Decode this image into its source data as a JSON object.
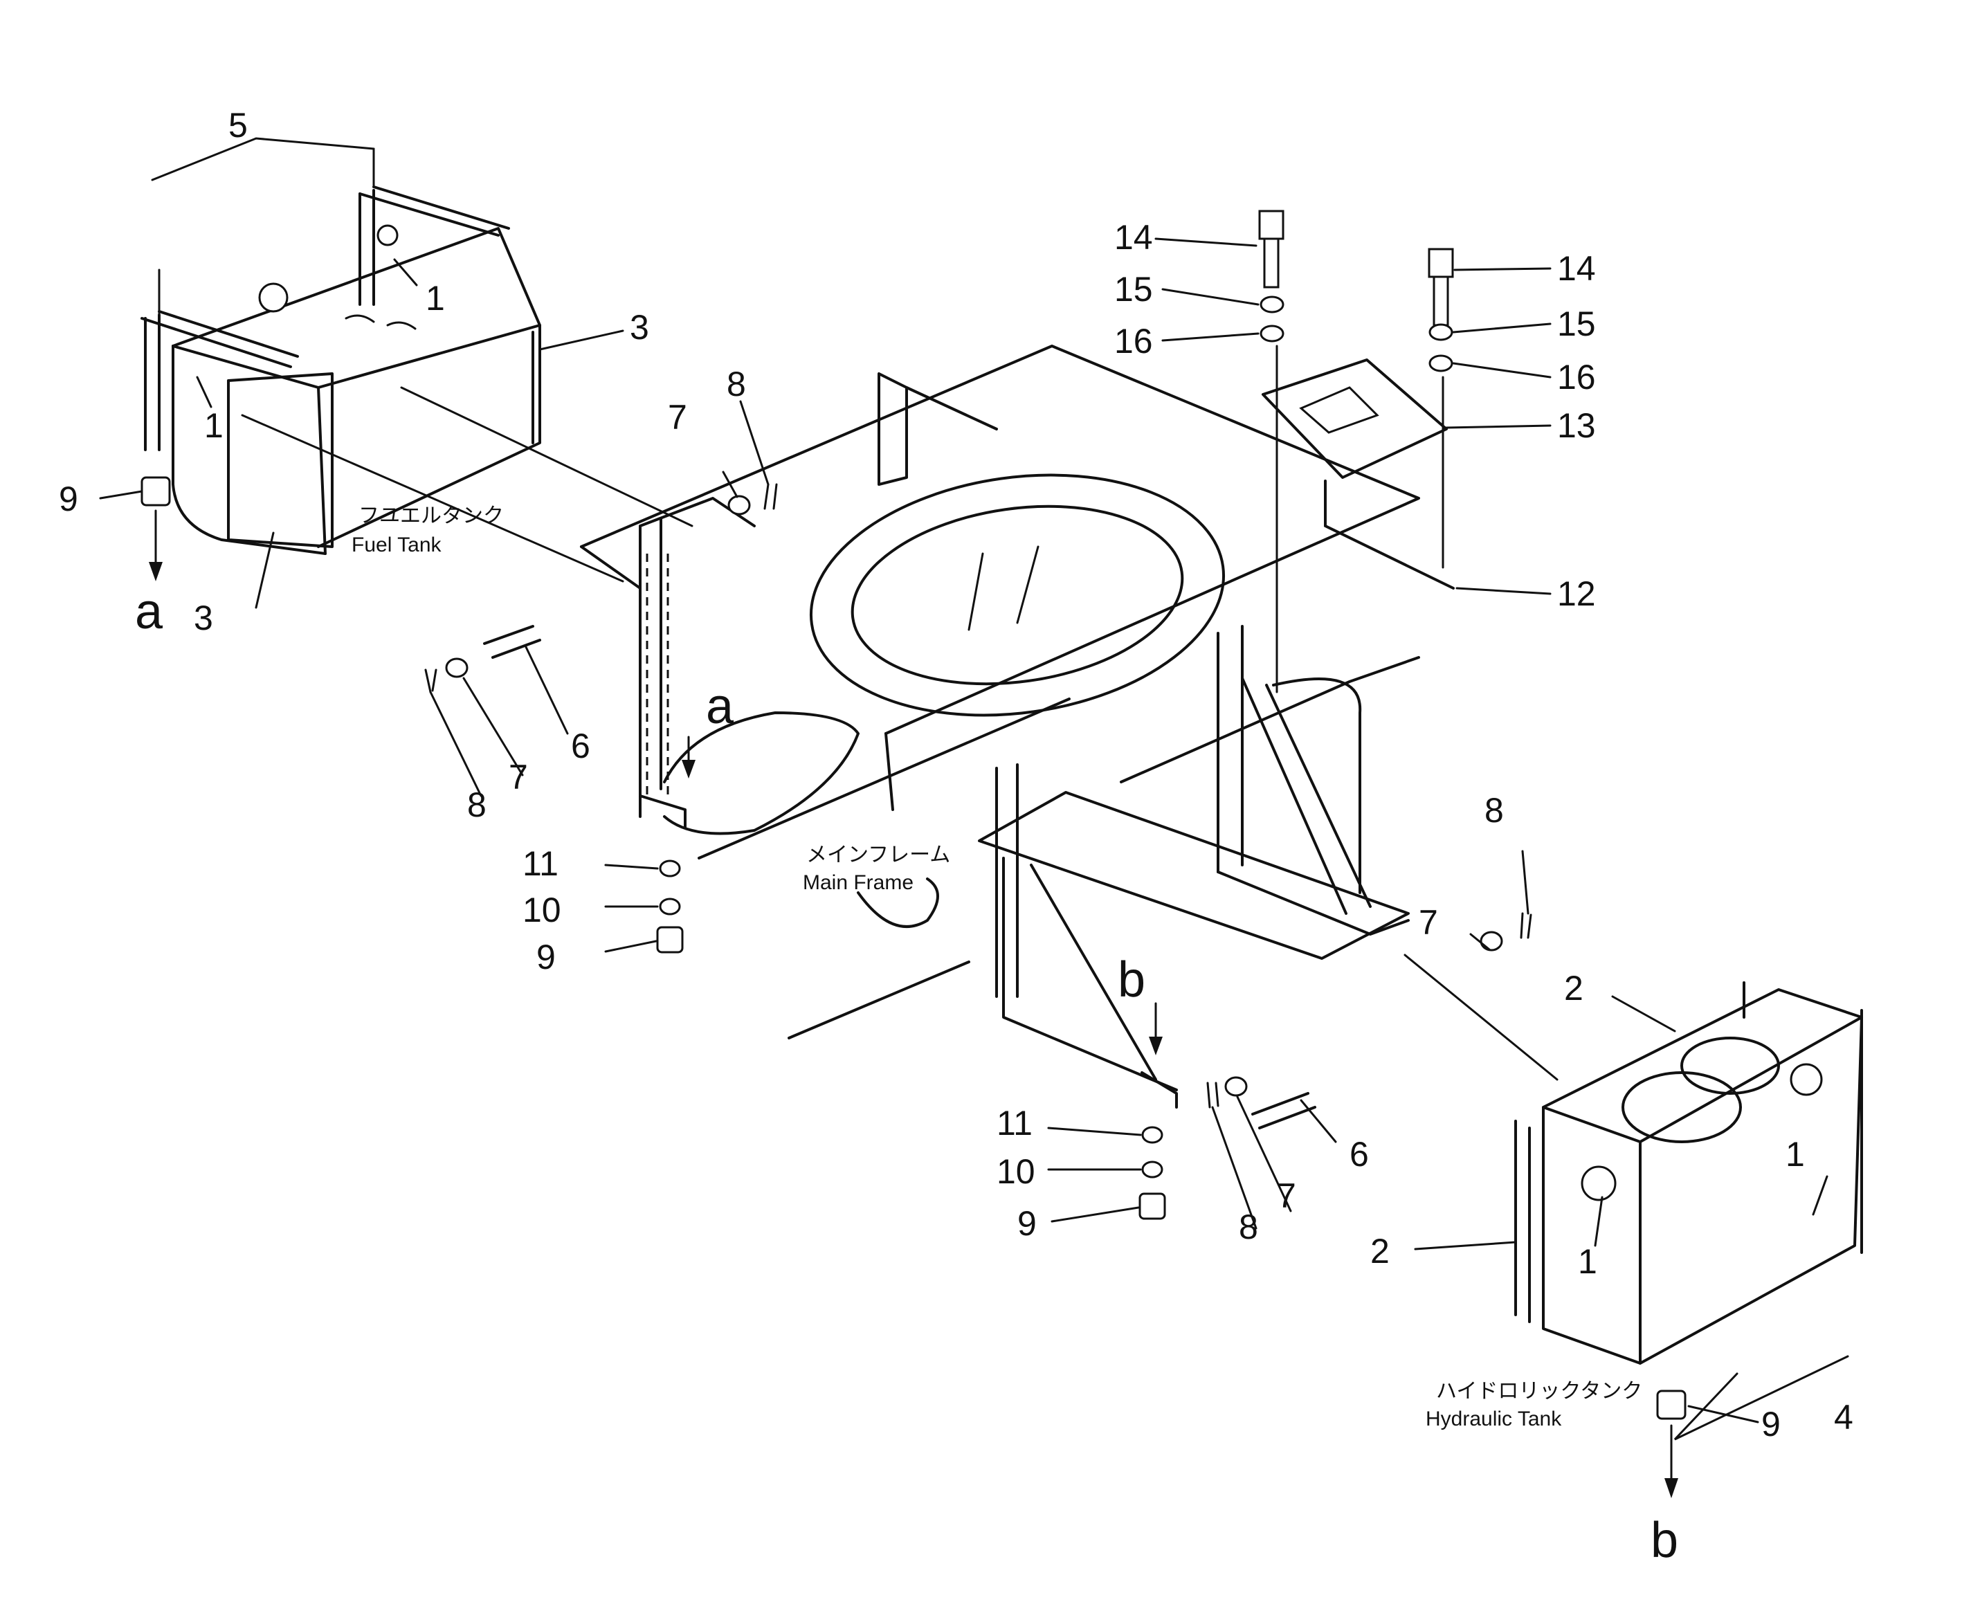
{
  "callouts": [
    "1",
    "2",
    "3",
    "4",
    "5",
    "6",
    "7",
    "8",
    "9",
    "10",
    "11",
    "12",
    "13",
    "14",
    "15",
    "16"
  ],
  "refs": {
    "a": "a",
    "b": "b"
  },
  "labels": {
    "fuel_jp": "フユエルタンク",
    "fuel_en": "Fuel  Tank",
    "main_jp": "メインフレーム",
    "main_en": "Main  Frame",
    "hyd_jp": "ハイドロリックタンク",
    "hyd_en": "Hydraulic  Tank"
  }
}
